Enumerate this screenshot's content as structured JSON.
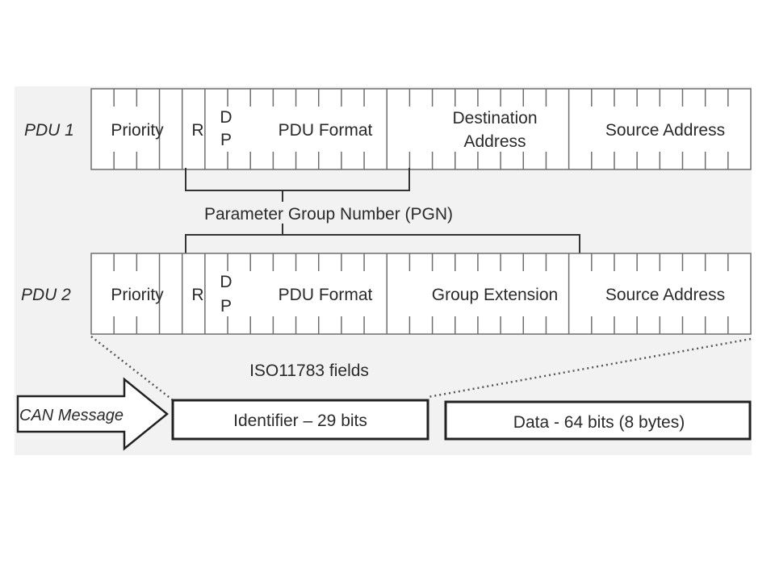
{
  "pdu1": {
    "label": "PDU 1",
    "fields": {
      "priority": "Priority",
      "r": "R",
      "dp_d": "D",
      "dp_p": "P",
      "pdu_format": "PDU Format",
      "destination_line1": "Destination",
      "destination_line2": "Address",
      "source": "Source Address"
    }
  },
  "pgn_label": "Parameter Group Number (PGN)",
  "pdu2": {
    "label": "PDU 2",
    "fields": {
      "priority": "Priority",
      "r": "R",
      "dp_d": "D",
      "dp_p": "P",
      "pdu_format": "PDU Format",
      "group_extension": "Group Extension",
      "source": "Source Address"
    }
  },
  "iso_label": "ISO11783 fields",
  "can": {
    "arrow_label": "CAN Message",
    "identifier_label": "Identifier – 29 bits",
    "data_label": "Data - 64 bits (8 bytes)"
  },
  "colors": {
    "panel_bg": "#f2f2f2",
    "line": "#333333",
    "field_line": "#6e6e6e"
  }
}
